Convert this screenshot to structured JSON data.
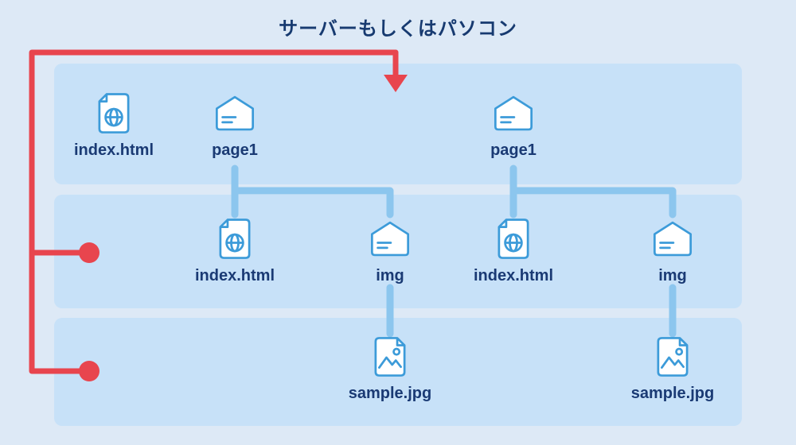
{
  "title": "サーバーもしくはパソコン",
  "colors": {
    "page_bg": "#dde9f6",
    "band_bg": "#c7e1f8",
    "accent_red": "#e8454e",
    "connector_blue": "#8cc6ee",
    "icon_stroke": "#3c9bd9",
    "label_text": "#1a3a74"
  },
  "rows": [
    {
      "name": "top-level",
      "nodes": [
        {
          "label": "index.html",
          "icon": "html-file-icon"
        },
        {
          "label": "page1",
          "icon": "mail-folder-icon"
        },
        {
          "label": "page1",
          "icon": "mail-folder-icon"
        }
      ]
    },
    {
      "name": "second-level",
      "nodes": [
        {
          "label": "index.html",
          "icon": "html-file-icon"
        },
        {
          "label": "img",
          "icon": "mail-folder-icon"
        },
        {
          "label": "index.html",
          "icon": "html-file-icon"
        },
        {
          "label": "img",
          "icon": "mail-folder-icon"
        }
      ]
    },
    {
      "name": "third-level",
      "nodes": [
        {
          "label": "sample.jpg",
          "icon": "image-file-icon"
        },
        {
          "label": "sample.jpg",
          "icon": "image-file-icon"
        }
      ]
    }
  ]
}
